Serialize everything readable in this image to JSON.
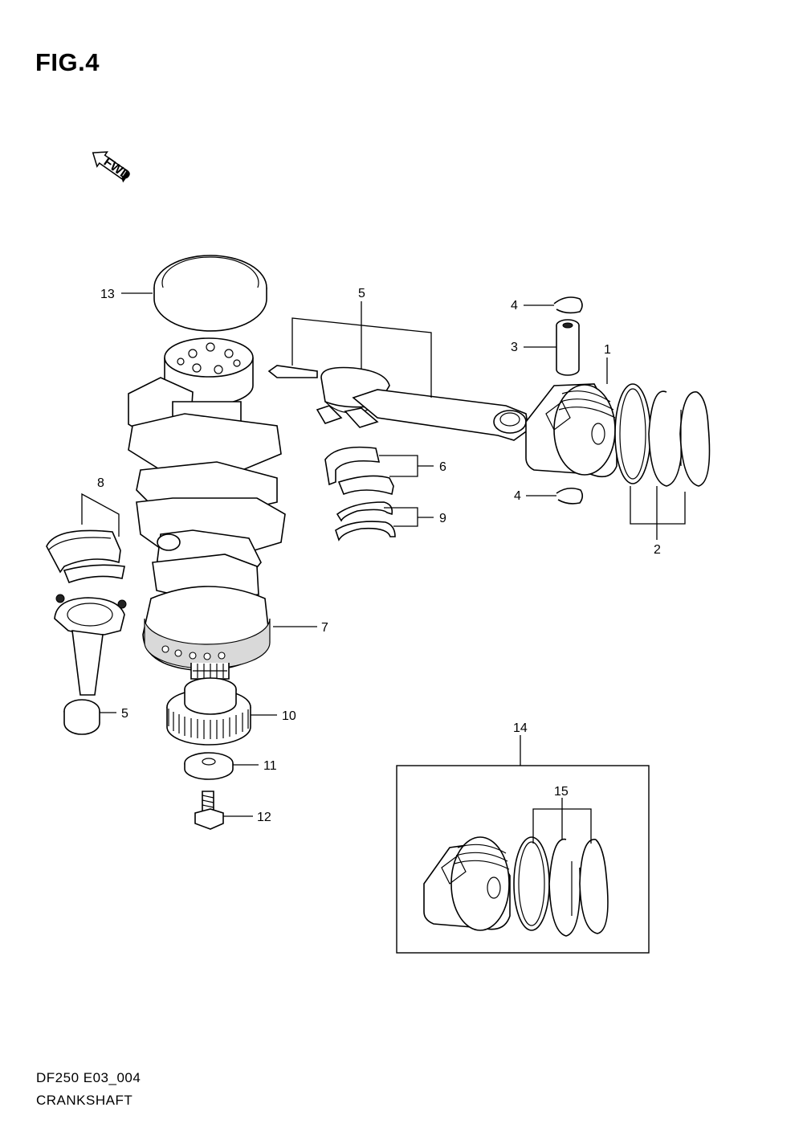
{
  "figure": {
    "title": "FIG.4"
  },
  "fwd_label": "FWD",
  "footer": {
    "code": "DF250 E03_004",
    "name": "CRANKSHAFT"
  },
  "callouts": [
    {
      "id": "c1",
      "label": "1"
    },
    {
      "id": "c2",
      "label": "2"
    },
    {
      "id": "c3",
      "label": "3"
    },
    {
      "id": "c4a",
      "label": "4"
    },
    {
      "id": "c4b",
      "label": "4"
    },
    {
      "id": "c5a",
      "label": "5"
    },
    {
      "id": "c5b",
      "label": "5"
    },
    {
      "id": "c6",
      "label": "6"
    },
    {
      "id": "c7",
      "label": "7"
    },
    {
      "id": "c8",
      "label": "8"
    },
    {
      "id": "c9",
      "label": "9"
    },
    {
      "id": "c10",
      "label": "10"
    },
    {
      "id": "c11",
      "label": "11"
    },
    {
      "id": "c12",
      "label": "12"
    },
    {
      "id": "c13",
      "label": "13"
    },
    {
      "id": "c14",
      "label": "14"
    },
    {
      "id": "c15",
      "label": "15"
    }
  ]
}
